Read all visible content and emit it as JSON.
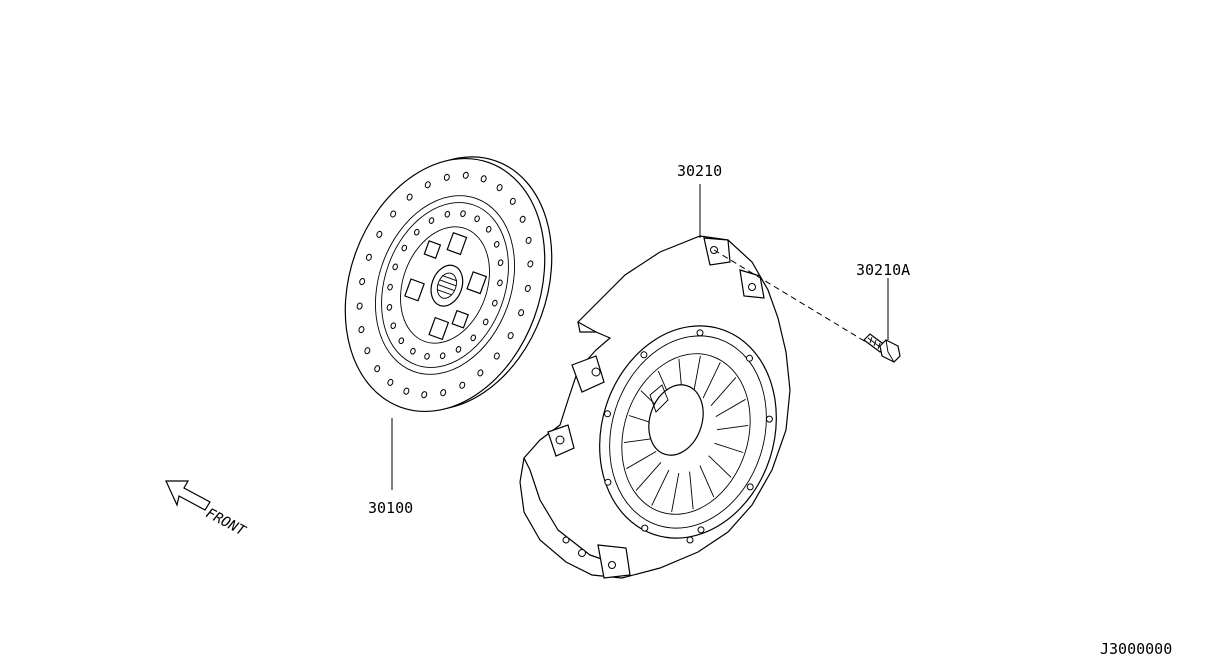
{
  "parts": {
    "clutch_disc": {
      "part_number": "30100",
      "icon": "clutch-disc-icon"
    },
    "clutch_cover": {
      "part_number": "30210",
      "icon": "clutch-cover-icon"
    },
    "cover_bolt": {
      "part_number": "30210A",
      "icon": "bolt-icon"
    }
  },
  "direction": {
    "label": "FRONT",
    "icon": "front-arrow-icon"
  },
  "figure_code": "J3000000",
  "colors": {
    "ink": "#000000",
    "background": "#ffffff"
  }
}
